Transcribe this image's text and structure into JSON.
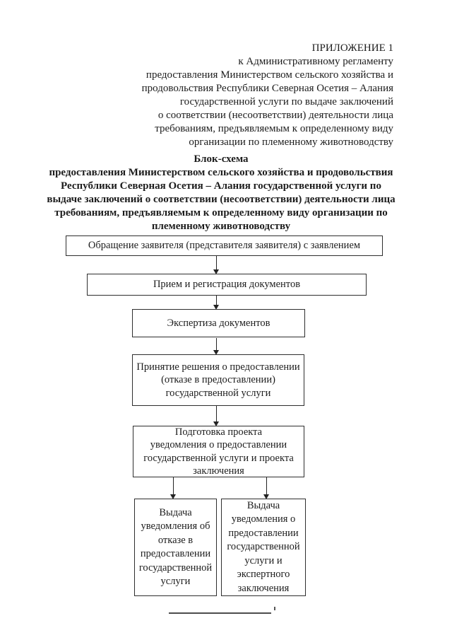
{
  "colors": {
    "ink": "#1c1c1c",
    "paper": "#ffffff",
    "box_border": "#2e2e2e"
  },
  "document": {
    "header_lines": [
      "ПРИЛОЖЕНИЕ 1",
      "к Административному регламенту",
      "предоставления Министерством сельского хозяйства и",
      "продовольствия Республики Северная Осетия – Алания",
      "государственной услуги по выдаче заключений",
      "о соответствии (несоответствии) деятельности лица",
      "требованиям, предъявляемым к определенному виду",
      "организации по племенному животноводству"
    ],
    "title_lines": [
      "Блок-схема",
      "предоставления Министерством сельского хозяйства и продовольствия",
      "Республики Северная Осетия – Алания государственной услуги по",
      "выдаче заключений о соответствии (несоответствии) деятельности лица",
      "требованиям, предъявляемым к определенному виду организации по",
      "племенному животноводству"
    ]
  },
  "flowchart": {
    "boxes": [
      {
        "id": "applicant-request",
        "text": "Обращение заявителя (представителя заявителя) с заявлением"
      },
      {
        "id": "reception-registration",
        "text": "Прием и регистрация документов"
      },
      {
        "id": "document-expertise",
        "text": "Экспертиза документов"
      },
      {
        "id": "decision",
        "text": "Принятие решения о предоставлении\n(отказе в предоставлении)\nгосударственной услуги"
      },
      {
        "id": "draft-preparation",
        "text": "Подготовка проекта\nуведомления о предоставлении\nгосударственной услуги и проекта\nзаключения"
      },
      {
        "id": "issue-refusal-notice",
        "text": "Выдача\nуведомления об\nотказе в\nпредоставлении\nгосударственной\nуслуги"
      },
      {
        "id": "issue-grant-notice",
        "text": "Выдача\nуведомления о\nпредоставлении\nгосударственной\nуслуги и\nэкспертного\nзаключения"
      }
    ]
  }
}
